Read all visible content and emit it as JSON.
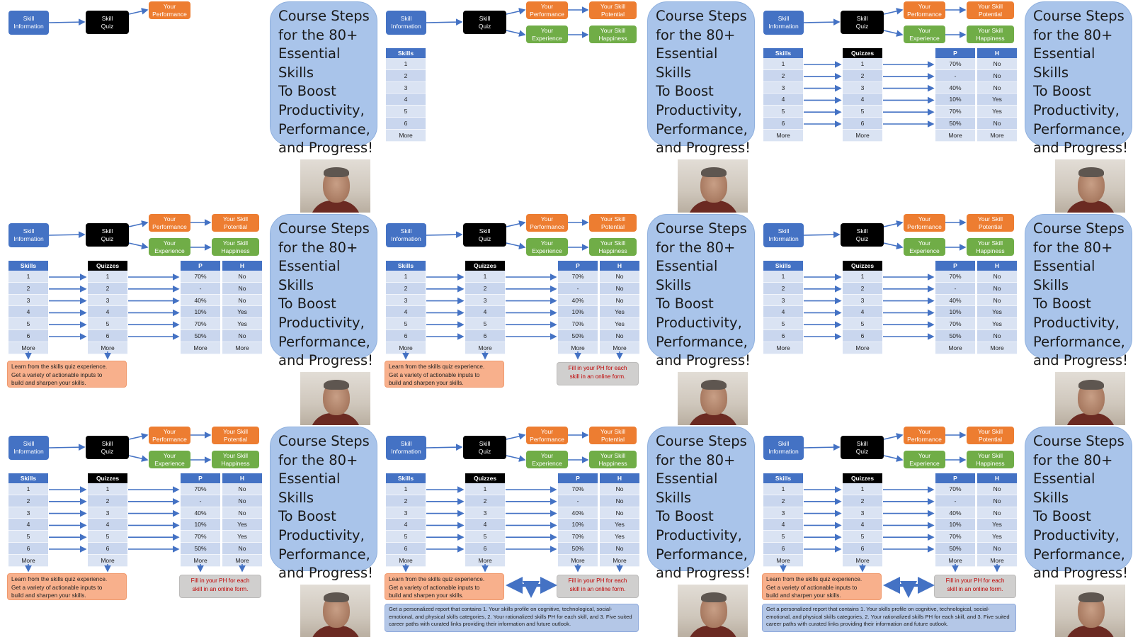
{
  "title_lines": "Course Steps\nfor the 80+\nEssential Skills\nTo Boost\nProductivity,\nPerformance,\nand Progress!",
  "flow": {
    "skill_information": "Skill\nInformation",
    "skill_quiz": "Skill\nQuiz",
    "your_performance": "Your\nPerformance",
    "your_experience": "Your\nExperience",
    "your_skill_potential": "Your Skill\nPotential",
    "your_skill_happiness": "Your  Skill\nHappiness"
  },
  "table": {
    "skills_header": "Skills",
    "quizzes_header": "Quizzes",
    "p_header": "P",
    "h_header": "H",
    "rows": [
      "1",
      "2",
      "3",
      "4",
      "5",
      "6",
      "More"
    ],
    "p_values": [
      "70%",
      "-",
      "40%",
      "10%",
      "70%",
      "50%",
      "More"
    ],
    "h_values": [
      "No",
      "No",
      "No",
      "Yes",
      "Yes",
      "No",
      "More"
    ]
  },
  "notes": {
    "learn": "Learn from the skills quiz experience.\nGet a variety of actionable inputs to\nbuild and sharpen your skills.",
    "fill": "Fill in your PH for each\nskill in an online form.",
    "report": "Get a personalized report that contains 1. Your skills profile on cognitive, technological, social-emotional, and physical skills categories, 2. Your rationalized skills PH for each skill, and 3. Five suited career paths with curated links providing their information and future outlook."
  },
  "colors": {
    "blue": "#4472c4",
    "orange": "#ed7d31",
    "green": "#70ad47",
    "title_bg": "#a9c4ea"
  },
  "panels": [
    {
      "stage": 1,
      "label": "panel-stage-1"
    },
    {
      "stage": 2,
      "label": "panel-stage-2"
    },
    {
      "stage": 3,
      "label": "panel-stage-3"
    },
    {
      "stage": 4,
      "label": "panel-stage-4"
    },
    {
      "stage": 5,
      "label": "panel-stage-5"
    },
    {
      "stage": 6,
      "label": "panel-stage-6"
    },
    {
      "stage": 7,
      "label": "panel-stage-7"
    },
    {
      "stage": 8,
      "label": "panel-stage-8"
    },
    {
      "stage": 9,
      "label": "panel-stage-9"
    }
  ]
}
